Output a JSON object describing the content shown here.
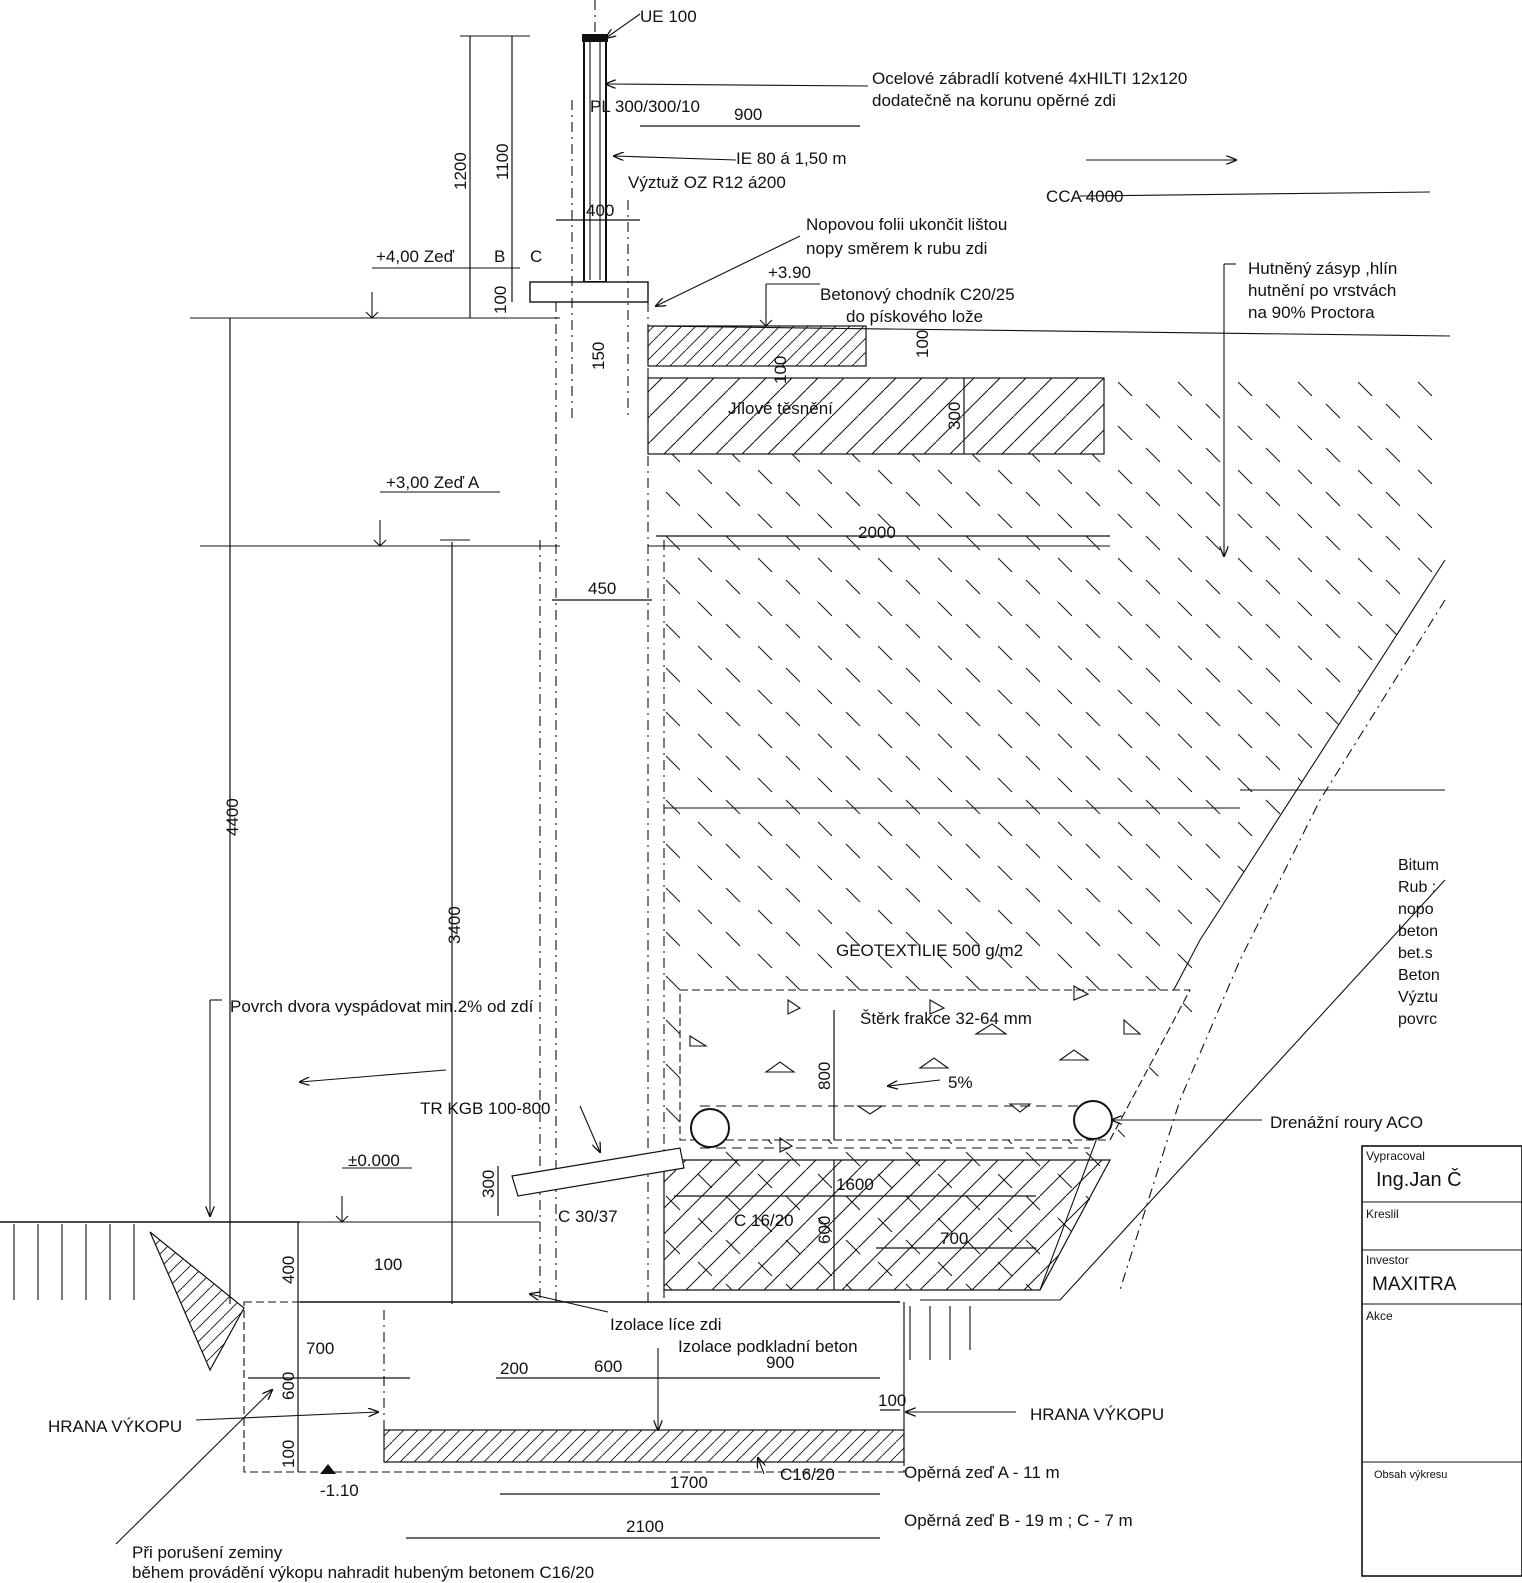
{
  "labels": {
    "ue100": "UE 100",
    "pl": "PL 300/300/10",
    "railing1": "Ocelové zábradlí kotvené 4xHILTI 12x120",
    "railing2": "dodatečně na korunu opěrné zdi",
    "ie80": "IE 80 á 1,50 m",
    "vyztuz": "Výztuž OZ R12 á200",
    "cca": "CCA 4000",
    "nopova1": "Nopovou folii ukončit lištou",
    "nopova2": "nopy směrem k rubu zdi",
    "zedBC": "+4,00 Zeď",
    "b": "B",
    "c": "C",
    "plus390": "+3.90",
    "chodnik1": "Betonový chodník C20/25",
    "chodnik2": "do pískového lože",
    "zasyp1": "Hutněný zásyp ,hlín",
    "zasyp2": "hutnění po vrstvách",
    "zasyp3": "na 90% Proctora",
    "jilove": "Jílové těsnění",
    "zedA": "+3,00 Zeď A",
    "geotextilie": "GEOTEXTILIE 500 g/m2",
    "sterk": "Štěrk frakce 32-64 mm",
    "pct5": "5%",
    "povrch": "Povrch dvora vyspádovat min.2% od zdí",
    "trkgb": "TR KGB 100-800",
    "drenazni": "Drenážní roury ACO",
    "zero": "±0.000",
    "c3037": "C 30/37",
    "c1620a": "C 16/20",
    "c1620b": "C16/20",
    "izolace1": "Izolace líce zdi",
    "izolace2": "Izolace podkladní beton",
    "hrana1": "HRANA VÝKOPU",
    "hrana2": "HRANA VÝKOPU",
    "minus110": "-1.10",
    "zedA11": "Opěrná zeď A - 11 m",
    "zedB19": "Opěrná zeď B - 19 m ; C - 7 m",
    "poruseni1": "Při porušení zeminy",
    "poruseni2": "během provádění výkopu nahradit hubeným betonem C16/20",
    "bitum": [
      "Bitum",
      "Rub :",
      "nopo",
      "beton",
      "bet.s",
      "Beton",
      "Výztu",
      "povrc"
    ]
  },
  "dimensions": {
    "d1200": "1200",
    "d1100": "1100",
    "d900": "900",
    "d400top": "400",
    "d100a": "100",
    "d150": "150",
    "d100b": "100",
    "d100c": "100",
    "d300": "300",
    "d2000": "2000",
    "d450": "450",
    "d4400": "4400",
    "d3400": "3400",
    "d800": "800",
    "d300b": "300",
    "d1600": "1600",
    "d600": "600",
    "d700": "700",
    "d400": "400",
    "d100d": "100",
    "d700b": "700",
    "d600b": "600",
    "d200": "200",
    "d600c": "600",
    "d900b": "900",
    "d100e": "100",
    "d100f": "100",
    "d1700": "1700",
    "d2100": "2100"
  },
  "titleblock": {
    "vypracoval": "Vypracoval",
    "name": "Ing.Jan Č",
    "kreslil": "Kreslil",
    "investor": "Investor",
    "investor_name": "MAXITRA",
    "akce": "Akce",
    "obsah": "Obsah výkresu"
  }
}
